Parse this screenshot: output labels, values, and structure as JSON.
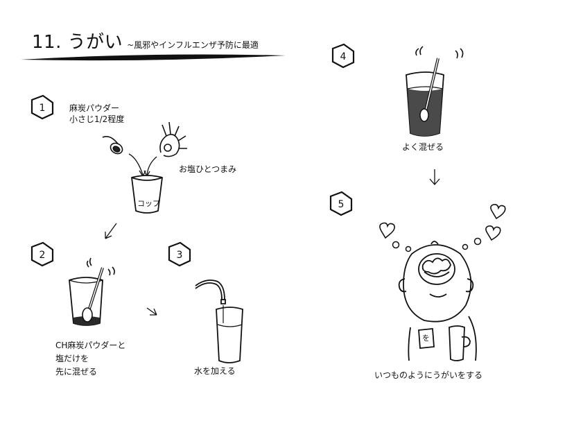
{
  "title": {
    "main": "11. うがい",
    "sub": "~風邪やインフルエンザ予防に最適"
  },
  "steps": [
    {
      "number": "1",
      "labels": [
        "麻炭パウダー",
        "小さじ1/2程度",
        "お塩ひとつまみ"
      ],
      "cup_label": "コップ"
    },
    {
      "number": "2",
      "labels": [
        "CH麻炭パウダーと",
        "塩だけを",
        "先に混ぜる"
      ]
    },
    {
      "number": "3",
      "labels": [
        "水を加える"
      ]
    },
    {
      "number": "4",
      "labels": [
        "よく混ぜる"
      ]
    },
    {
      "number": "5",
      "labels": [
        "いつものようにうがいをする"
      ],
      "cup_label": "を"
    }
  ],
  "colors": {
    "ink": "#111111",
    "charcoal": "#2a2a2a",
    "background": "#ffffff"
  }
}
